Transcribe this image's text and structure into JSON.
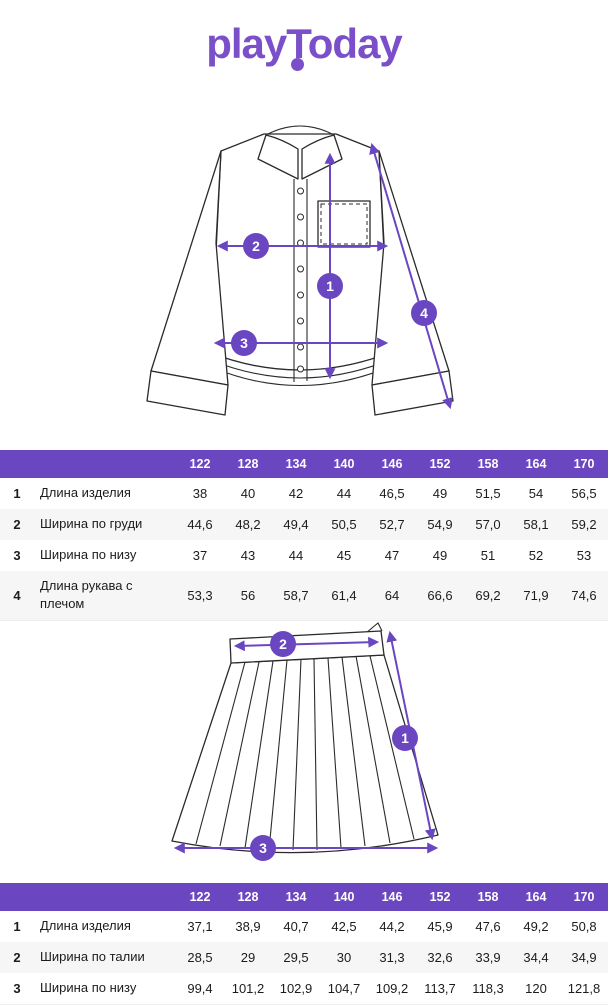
{
  "brand": {
    "logo_text": "playToday"
  },
  "colors": {
    "accent_purple": "#6B46C1",
    "logo_purple": "#7A4FC9",
    "row_alt": "#F6F6F6"
  },
  "shirt_diagram": {
    "markers": [
      "1",
      "2",
      "3",
      "4"
    ]
  },
  "skirt_diagram": {
    "markers": [
      "1",
      "2",
      "3"
    ]
  },
  "shirt_table": {
    "sizes": [
      "122",
      "128",
      "134",
      "140",
      "146",
      "152",
      "158",
      "164",
      "170"
    ],
    "rows": [
      {
        "num": "1",
        "label": "Длина изделия",
        "values": [
          "38",
          "40",
          "42",
          "44",
          "46,5",
          "49",
          "51,5",
          "54",
          "56,5"
        ]
      },
      {
        "num": "2",
        "label": "Ширина по груди",
        "values": [
          "44,6",
          "48,2",
          "49,4",
          "50,5",
          "52,7",
          "54,9",
          "57,0",
          "58,1",
          "59,2"
        ]
      },
      {
        "num": "3",
        "label": "Ширина по низу",
        "values": [
          "37",
          "43",
          "44",
          "45",
          "47",
          "49",
          "51",
          "52",
          "53"
        ]
      },
      {
        "num": "4",
        "label": "Длина рукава с плечом",
        "values": [
          "53,3",
          "56",
          "58,7",
          "61,4",
          "64",
          "66,6",
          "69,2",
          "71,9",
          "74,6"
        ]
      }
    ]
  },
  "skirt_table": {
    "sizes": [
      "122",
      "128",
      "134",
      "140",
      "146",
      "152",
      "158",
      "164",
      "170"
    ],
    "rows": [
      {
        "num": "1",
        "label": "Длина изделия",
        "values": [
          "37,1",
          "38,9",
          "40,7",
          "42,5",
          "44,2",
          "45,9",
          "47,6",
          "49,2",
          "50,8"
        ]
      },
      {
        "num": "2",
        "label": "Ширина по талии",
        "values": [
          "28,5",
          "29",
          "29,5",
          "30",
          "31,3",
          "32,6",
          "33,9",
          "34,4",
          "34,9"
        ]
      },
      {
        "num": "3",
        "label": "Ширина по низу",
        "values": [
          "99,4",
          "101,2",
          "102,9",
          "104,7",
          "109,2",
          "113,7",
          "118,3",
          "120",
          "121,8"
        ]
      }
    ]
  }
}
